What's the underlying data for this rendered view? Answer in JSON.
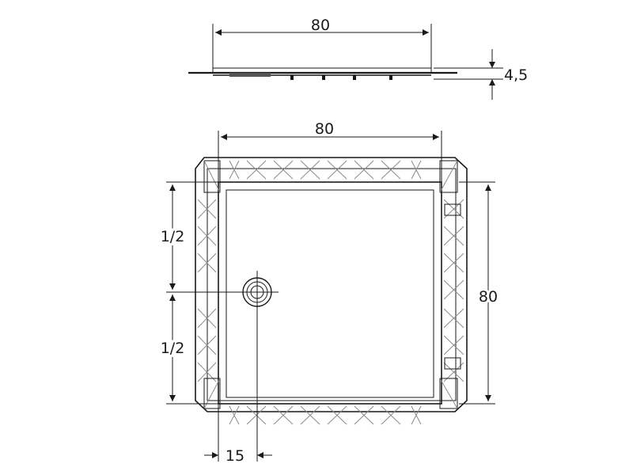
{
  "side_view": {
    "width_label": "80",
    "height_label": "4,5"
  },
  "plan_view": {
    "top_width_label": "80",
    "right_height_label": "80",
    "left_upper_label": "1/2",
    "left_lower_label": "1/2",
    "drain_offset_label": "15"
  }
}
